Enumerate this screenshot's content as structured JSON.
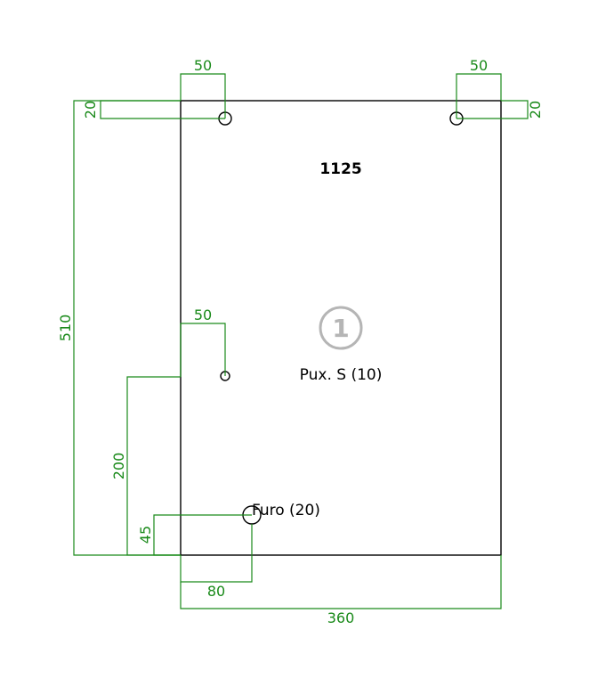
{
  "part": {
    "code": "1125",
    "number": "1",
    "handle_label": "Pux. S (10)",
    "hole_label": "Furo (20)"
  },
  "dimensions": {
    "top_left_x": "50",
    "top_right_x": "50",
    "top_left_y": "20",
    "top_right_y": "20",
    "height": "510",
    "handle_x": "50",
    "handle_y": "200",
    "hole_y": "45",
    "hole_x": "80",
    "width": "360"
  },
  "colors": {
    "dimension": "#1a8a1a",
    "outline": "#000000",
    "badge": "#b5b5b5"
  }
}
